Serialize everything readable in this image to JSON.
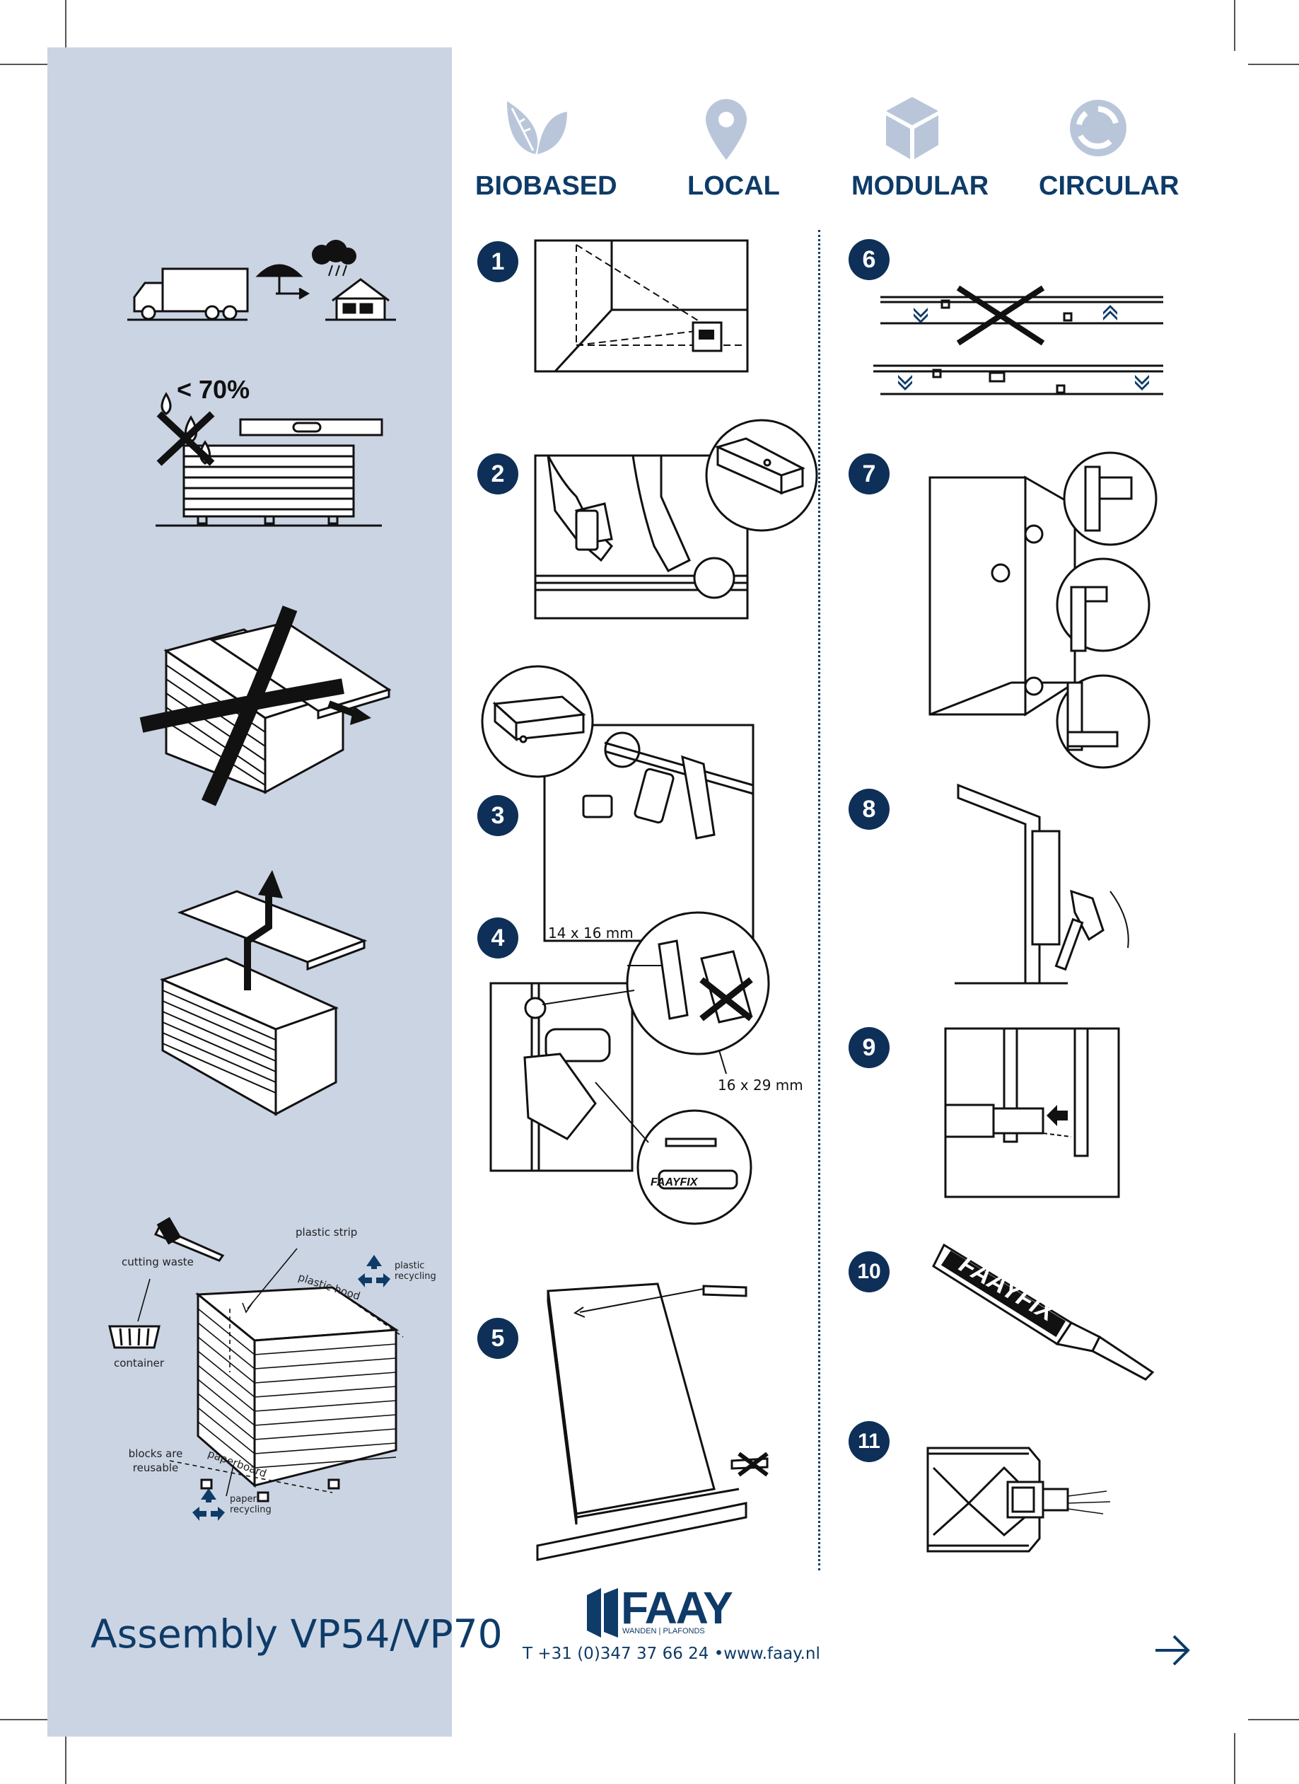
{
  "document": {
    "title": "Assembly VP54/VP70",
    "contact": "T +31 (0)347 37 66 24 •www.faay.nl",
    "next_arrow_icon": "arrow-right-icon"
  },
  "brand": {
    "logo_text": "FAAY",
    "logo_subtext": "WANDEN | PLAFONDS",
    "primary_color": "#0e3b68",
    "sidebar_color": "#cbd4e3",
    "icon_color": "#b9c6da"
  },
  "values": [
    {
      "label": "BIOBASED",
      "icon": "leaf-icon"
    },
    {
      "label": "LOCAL",
      "icon": "location-pin-icon"
    },
    {
      "label": "MODULAR",
      "icon": "cube-icon"
    },
    {
      "label": "CIRCULAR",
      "icon": "recycle-icon"
    }
  ],
  "sidebar": {
    "humidity": "< 70%",
    "plastic_strip": "plastic strip",
    "plastic_recycling": "plastic recycling",
    "plastic_hood": "plastic hood",
    "cutting_waste": "cutting waste",
    "container": "container",
    "blocks_reusable": "blocks are reusable",
    "paperboard": "paperboard",
    "paper_recycling": "paper recycling"
  },
  "steps": [
    "1",
    "2",
    "3",
    "4",
    "5",
    "6",
    "7",
    "8",
    "9",
    "10",
    "11"
  ],
  "measurements": {
    "batten_ok": "14 x 16 mm",
    "batten_wrong": "16 x 29 mm"
  },
  "product": {
    "adhesive_label": "FAAYFIX"
  }
}
